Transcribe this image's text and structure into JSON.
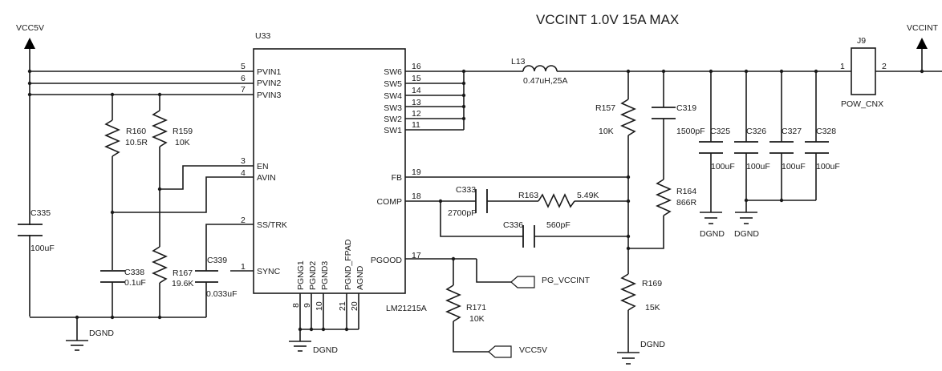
{
  "title": "VCCINT 1.0V  15A MAX",
  "nets": {
    "vcc5v_top": "VCC5V",
    "vccint": "VCCINT",
    "pg_vccint_port": "PG_VCCINT",
    "vcc5v_port": "VCC5V",
    "gnd": "DGND"
  },
  "u33": {
    "ref": "U33",
    "part": "LM21215A",
    "left_pins": [
      {
        "num": "5",
        "name": "PVIN1"
      },
      {
        "num": "6",
        "name": "PVIN2"
      },
      {
        "num": "7",
        "name": "PVIN3"
      },
      {
        "num": "3",
        "name": "EN"
      },
      {
        "num": "4",
        "name": "AVIN"
      },
      {
        "num": "2",
        "name": "SS/TRK"
      },
      {
        "num": "1",
        "name": "SYNC"
      }
    ],
    "right_pins": [
      {
        "num": "16",
        "name": "SW6"
      },
      {
        "num": "15",
        "name": "SW5"
      },
      {
        "num": "14",
        "name": "SW4"
      },
      {
        "num": "13",
        "name": "SW3"
      },
      {
        "num": "12",
        "name": "SW2"
      },
      {
        "num": "11",
        "name": "SW1"
      },
      {
        "num": "19",
        "name": "FB"
      },
      {
        "num": "18",
        "name": "COMP"
      },
      {
        "num": "17",
        "name": "PGOOD"
      }
    ],
    "bottom_pins": [
      {
        "num": "8",
        "name": "PGNG1"
      },
      {
        "num": "9",
        "name": "PGND2"
      },
      {
        "num": "10",
        "name": "PGND3"
      },
      {
        "num": "21",
        "name": "PGND_FPAD"
      },
      {
        "num": "20",
        "name": "AGND"
      }
    ]
  },
  "components": {
    "C335": {
      "ref": "C335",
      "value": "100uF"
    },
    "R160": {
      "ref": "R160",
      "value": "10.5R"
    },
    "R159": {
      "ref": "R159",
      "value": "10K"
    },
    "C338": {
      "ref": "C338",
      "value": "0.1uF"
    },
    "R167": {
      "ref": "R167",
      "value": "19.6K"
    },
    "C339": {
      "ref": "C339",
      "value": "0.033uF"
    },
    "L13": {
      "ref": "L13",
      "value": "0.47uH,25A"
    },
    "R157": {
      "ref": "R157",
      "value": "10K"
    },
    "C319": {
      "ref": "C319",
      "value": "1500pF"
    },
    "R164": {
      "ref": "R164",
      "value": "866R"
    },
    "C333": {
      "ref": "C333",
      "value": "2700pF"
    },
    "R163": {
      "ref": "R163",
      "value": "5.49K"
    },
    "C336": {
      "ref": "C336",
      "value": "560pF"
    },
    "R169": {
      "ref": "R169",
      "value": "15K"
    },
    "R171": {
      "ref": "R171",
      "value": "10K"
    },
    "C325": {
      "ref": "C325",
      "value": "100uF"
    },
    "C326": {
      "ref": "C326",
      "value": "100uF"
    },
    "C327": {
      "ref": "C327",
      "value": "100uF"
    },
    "C328": {
      "ref": "C328",
      "value": "100uF"
    },
    "J9": {
      "ref": "J9",
      "value": "POW_CNX",
      "pin1": "1",
      "pin2": "2"
    }
  }
}
